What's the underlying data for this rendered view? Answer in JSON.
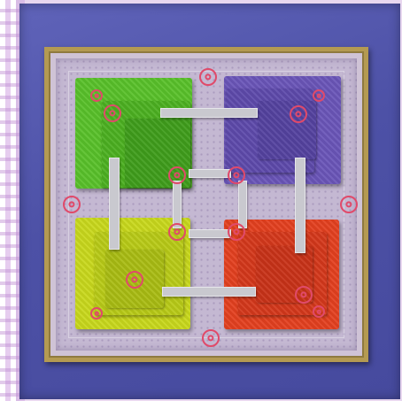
{
  "game": {
    "board": {
      "quadrants": [
        {
          "id": "green",
          "color": "#59c12a"
        },
        {
          "id": "purple",
          "color": "#6a55b8"
        },
        {
          "id": "yellow",
          "color": "#c8d81c"
        },
        {
          "id": "red",
          "color": "#e3401f"
        }
      ],
      "frame_color": "#b49a52",
      "mat_color": "#5f63b9",
      "marker_color": "#e04a6a",
      "bridges_color": "#c9c9cf",
      "marker_count": 16
    }
  }
}
